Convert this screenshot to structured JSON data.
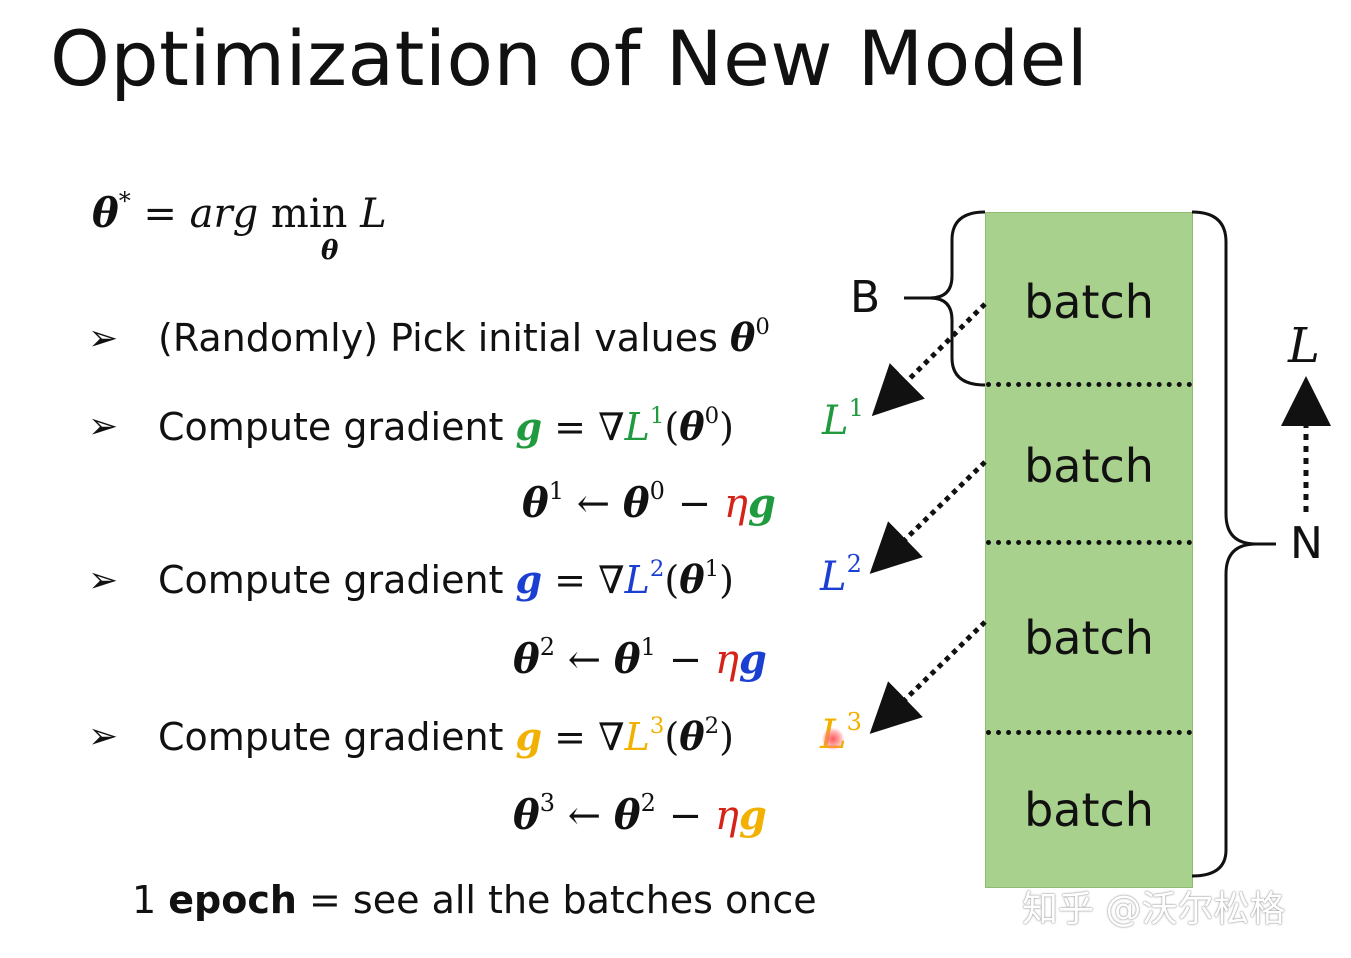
{
  "title": "Optimization of New Model",
  "objective": {
    "lhs": "θ",
    "lhs_sup": "*",
    "eq": " = ",
    "arg": "arg",
    "min": " min ",
    "L": "L",
    "sub": "θ"
  },
  "bullets": [
    {
      "symbol": "➢",
      "text": "(Randomly) Pick initial values ",
      "theta": "θ",
      "sup": "0"
    },
    {
      "symbol": "➢",
      "text": "Compute gradient ",
      "g": "g",
      "eq": " = ∇",
      "L": "L",
      "Lsup": "1",
      "open": "(",
      "theta": "θ",
      "tsup": "0",
      "close": ")",
      "update": {
        "lhs": "θ",
        "lhs_sup": "1",
        "arrow": " ← ",
        "rhs": "θ",
        "rhs_sup": "0",
        "minus": " − ",
        "eta": "η",
        "g": "g"
      }
    },
    {
      "symbol": "➢",
      "text": "Compute gradient ",
      "g": "g",
      "eq": " = ∇",
      "L": "L",
      "Lsup": "2",
      "open": "(",
      "theta": "θ",
      "tsup": "1",
      "close": ")",
      "update": {
        "lhs": "θ",
        "lhs_sup": "2",
        "arrow": " ← ",
        "rhs": "θ",
        "rhs_sup": "1",
        "minus": " − ",
        "eta": "η",
        "g": "g"
      }
    },
    {
      "symbol": "➢",
      "text": "Compute gradient ",
      "g": "g",
      "eq": " = ∇",
      "L": "L",
      "Lsup": "3",
      "open": "(",
      "theta": "θ",
      "tsup": "2",
      "close": ")",
      "update": {
        "lhs": "θ",
        "lhs_sup": "3",
        "arrow": " ← ",
        "rhs": "θ",
        "rhs_sup": "2",
        "minus": " − ",
        "eta": "η",
        "g": "g"
      }
    }
  ],
  "loss_labels": [
    {
      "L": "L",
      "sup": "1"
    },
    {
      "L": "L",
      "sup": "2"
    },
    {
      "L": "L",
      "sup": "3"
    }
  ],
  "epoch": {
    "num": "1 ",
    "bold": "epoch",
    "rest": " = see all the batches once"
  },
  "batches": [
    "batch",
    "batch",
    "batch",
    "batch"
  ],
  "brace_labels": {
    "B": "B",
    "N": "N",
    "L": "L"
  },
  "watermark": "知乎 @沃尔松格",
  "colors": {
    "green": "#1f9a3e",
    "blue": "#1b3fd1",
    "orange": "#f2b100",
    "red": "#d62318",
    "batch_fill": "#a9d18e"
  }
}
